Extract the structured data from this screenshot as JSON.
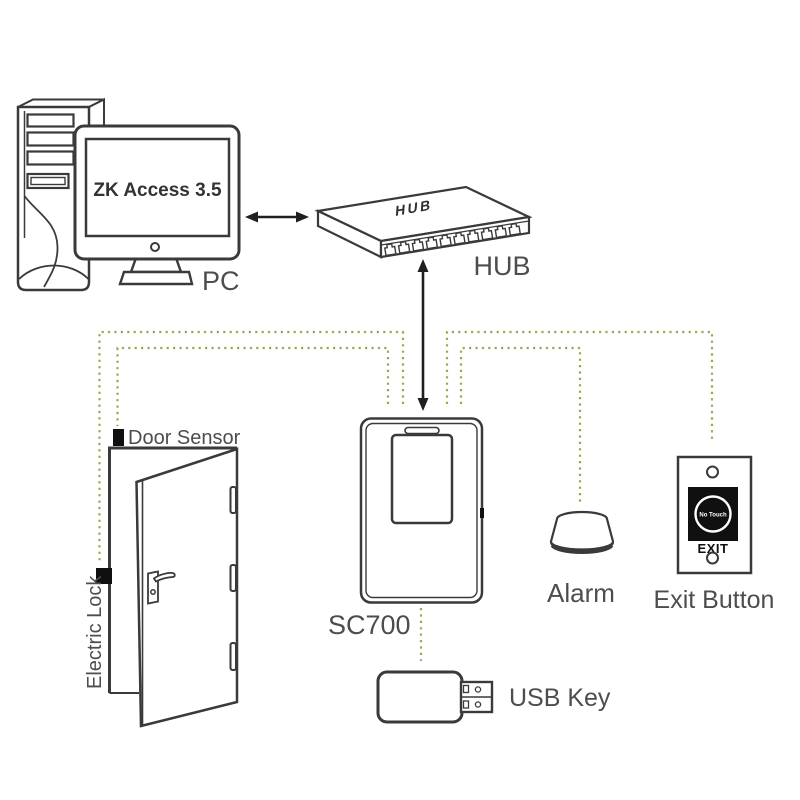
{
  "colors": {
    "line": "#3a3a3a",
    "label": "#4d4d4d",
    "wire": "#9aa850",
    "arrow": "#1f1f1f",
    "ink": "#101010"
  },
  "pc": {
    "label": "PC",
    "screen_text": "ZK Access 3.5"
  },
  "hub": {
    "label": "HUB",
    "top_text": "HUB"
  },
  "door": {
    "sensor_label": "Door Sensor",
    "lock_label": "Electric Lock"
  },
  "controller": {
    "label": "SC700"
  },
  "alarm": {
    "label": "Alarm"
  },
  "exit_button": {
    "label": "Exit Button",
    "plate_text": "EXIT",
    "button_text": "No Touch"
  },
  "usb": {
    "label": "USB Key"
  }
}
